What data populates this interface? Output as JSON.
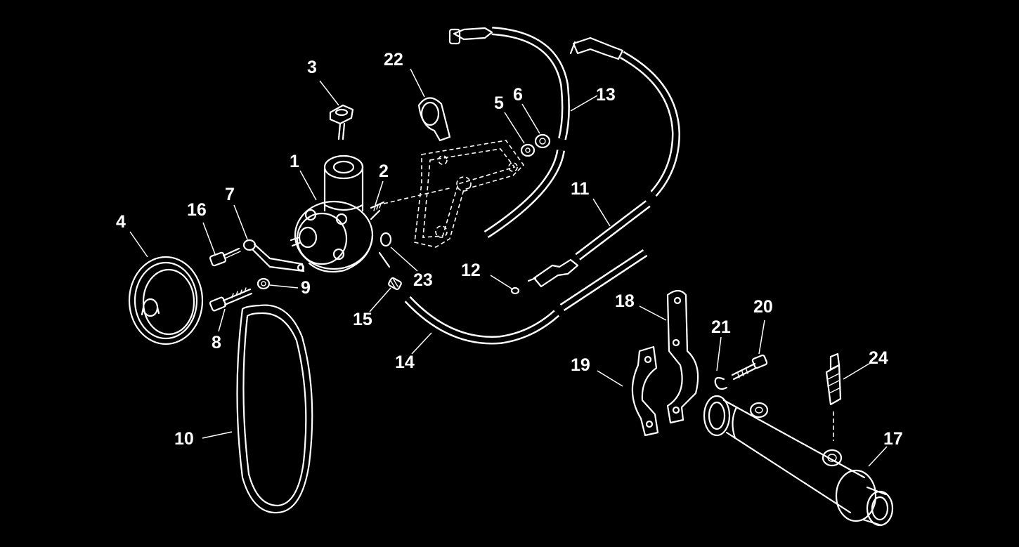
{
  "callouts": [
    {
      "id": "1",
      "text": "1"
    },
    {
      "id": "2",
      "text": "2"
    },
    {
      "id": "3",
      "text": "3"
    },
    {
      "id": "4",
      "text": "4"
    },
    {
      "id": "5",
      "text": "5"
    },
    {
      "id": "6",
      "text": "6"
    },
    {
      "id": "7",
      "text": "7"
    },
    {
      "id": "8",
      "text": "8"
    },
    {
      "id": "9",
      "text": "9"
    },
    {
      "id": "10",
      "text": "10"
    },
    {
      "id": "11",
      "text": "11"
    },
    {
      "id": "12",
      "text": "12"
    },
    {
      "id": "13",
      "text": "13"
    },
    {
      "id": "14",
      "text": "14"
    },
    {
      "id": "15",
      "text": "15"
    },
    {
      "id": "16",
      "text": "16"
    },
    {
      "id": "17",
      "text": "17"
    },
    {
      "id": "18",
      "text": "18"
    },
    {
      "id": "19",
      "text": "19"
    },
    {
      "id": "20",
      "text": "20"
    },
    {
      "id": "21",
      "text": "21"
    },
    {
      "id": "22",
      "text": "22"
    },
    {
      "id": "23",
      "text": "23"
    },
    {
      "id": "24",
      "text": "24"
    }
  ],
  "colors": {
    "background": "#000000",
    "line": "#ffffff"
  }
}
